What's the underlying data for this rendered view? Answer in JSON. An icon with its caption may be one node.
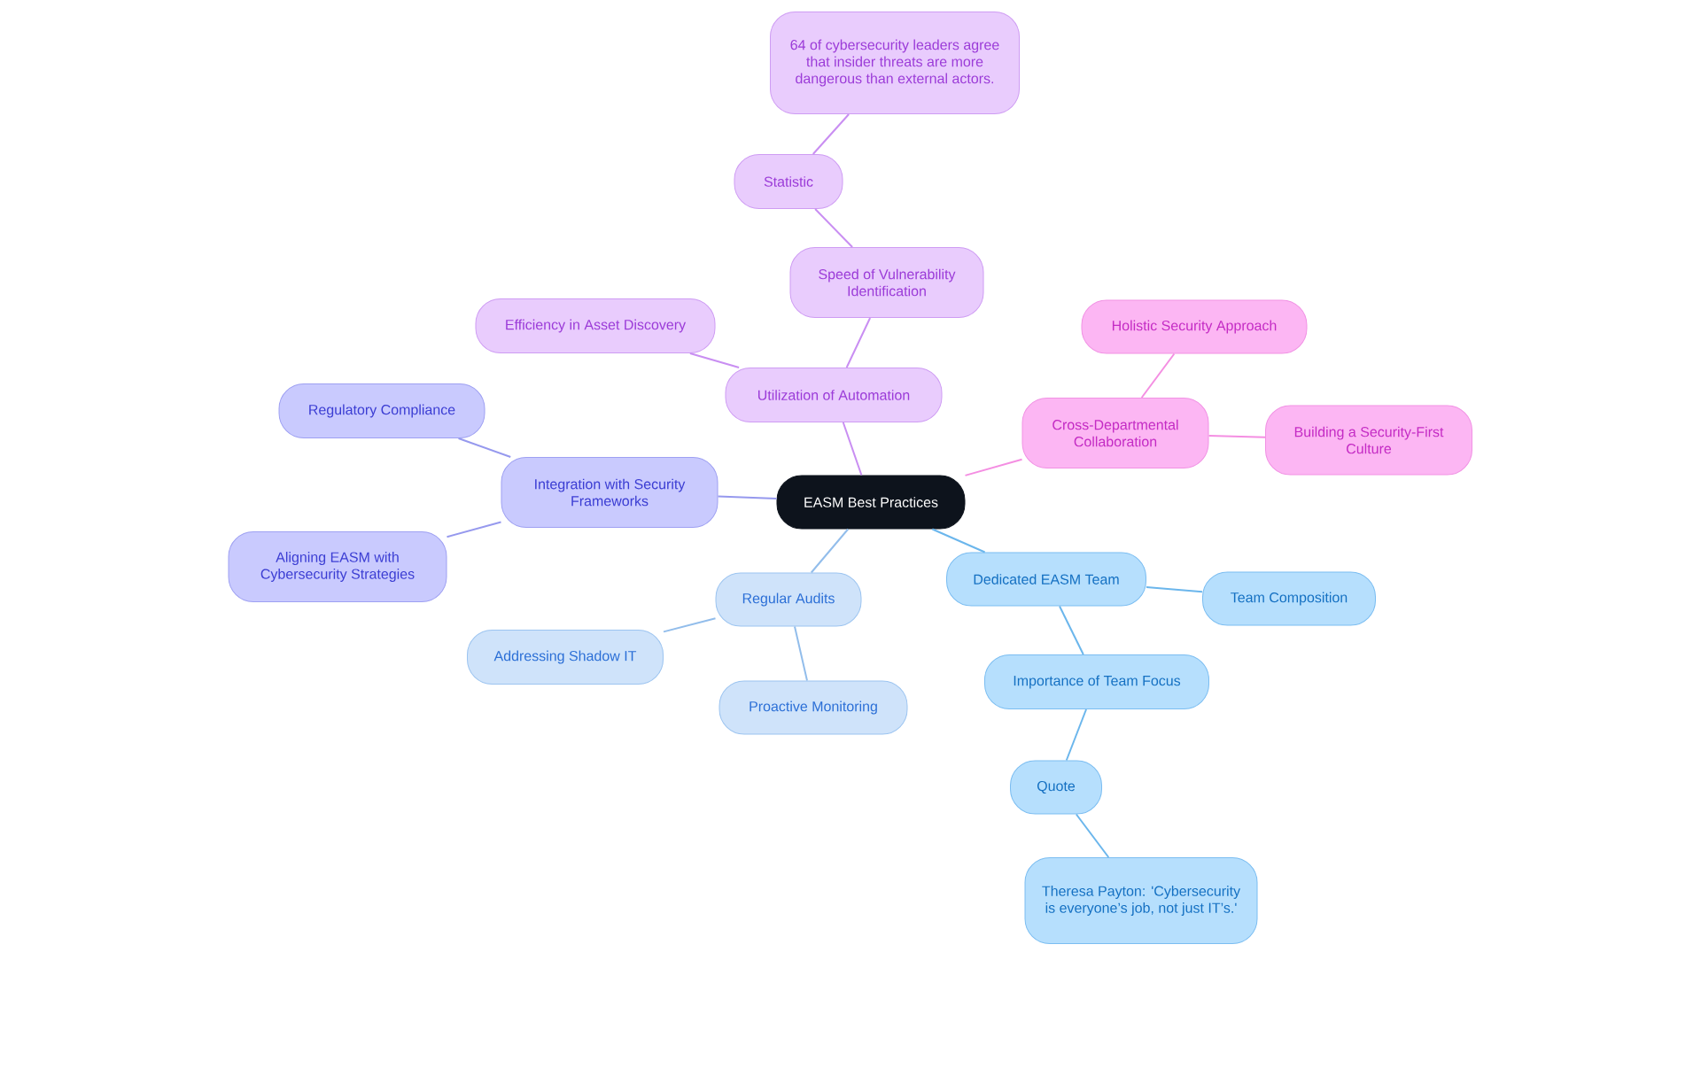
{
  "diagram": {
    "nodes": [
      {
        "text": [
          "EASM Best Practices"
        ]
      },
      {
        "text": [
          "Utilization of Automation"
        ]
      },
      {
        "text": [
          "Efficiency in Asset Discovery"
        ]
      },
      {
        "text": [
          "Speed of Vulnerability Identification"
        ]
      },
      {
        "text": [
          "Statistic"
        ]
      },
      {
        "text": [
          "64 of cybersecurity leaders agree that insider threats are more dangerous than external actors."
        ]
      },
      {
        "text": [
          "Integration with Security Frameworks"
        ]
      },
      {
        "text": [
          "Regulatory Compliance"
        ]
      },
      {
        "text": [
          "Aligning EASM with Cybersecurity Strategies"
        ]
      },
      {
        "text": [
          "Regular Audits"
        ]
      },
      {
        "text": [
          "Addressing Shadow IT"
        ]
      },
      {
        "text": [
          "Proactive Monitoring"
        ]
      },
      {
        "text": [
          "Cross-Departmental Collaboration"
        ]
      },
      {
        "text": [
          "Holistic Security Approach"
        ]
      },
      {
        "text": [
          "Building a Security-First Culture"
        ]
      },
      {
        "text": [
          "Dedicated EASM Team"
        ]
      },
      {
        "text": [
          "Team Composition"
        ]
      },
      {
        "text": [
          "Importance of Team Focus"
        ]
      },
      {
        "text": [
          "Quote"
        ]
      },
      {
        "text": [
          "Theresa Payton: 'Cybersecurity is everyone’s job, not just IT’s.'"
        ]
      }
    ],
    "edges": [
      {
        "from": 0,
        "to": 1,
        "arrow": "none",
        "color": "#c98ef2"
      },
      {
        "from": 1,
        "to": 2,
        "arrow": "none",
        "color": "#c98ef2"
      },
      {
        "from": 1,
        "to": 3,
        "arrow": "none",
        "color": "#c98ef2"
      },
      {
        "from": 3,
        "to": 4,
        "arrow": "none",
        "color": "#c98ef2"
      },
      {
        "from": 4,
        "to": 5,
        "arrow": "none",
        "color": "#c98ef2"
      },
      {
        "from": 0,
        "to": 6,
        "arrow": "none",
        "color": "#9699ee"
      },
      {
        "from": 6,
        "to": 7,
        "arrow": "none",
        "color": "#9699ee"
      },
      {
        "from": 6,
        "to": 8,
        "arrow": "none",
        "color": "#9699ee"
      },
      {
        "from": 0,
        "to": 9,
        "arrow": "none",
        "color": "#92bdeb"
      },
      {
        "from": 9,
        "to": 10,
        "arrow": "none",
        "color": "#92bdeb"
      },
      {
        "from": 9,
        "to": 11,
        "arrow": "none",
        "color": "#92bdeb"
      },
      {
        "from": 0,
        "to": 12,
        "arrow": "none",
        "color": "#f48ee2"
      },
      {
        "from": 12,
        "to": 13,
        "arrow": "none",
        "color": "#f48ee2"
      },
      {
        "from": 12,
        "to": 14,
        "arrow": "none",
        "color": "#f48ee2"
      },
      {
        "from": 0,
        "to": 15,
        "arrow": "none",
        "color": "#6bb6ec"
      },
      {
        "from": 15,
        "to": 16,
        "arrow": "none",
        "color": "#6bb6ec"
      },
      {
        "from": 15,
        "to": 17,
        "arrow": "none",
        "color": "#6bb6ec"
      },
      {
        "from": 17,
        "to": 18,
        "arrow": "none",
        "color": "#6bb6ec"
      },
      {
        "from": 18,
        "to": 19,
        "arrow": "none",
        "color": "#6bb6ec"
      }
    ]
  }
}
